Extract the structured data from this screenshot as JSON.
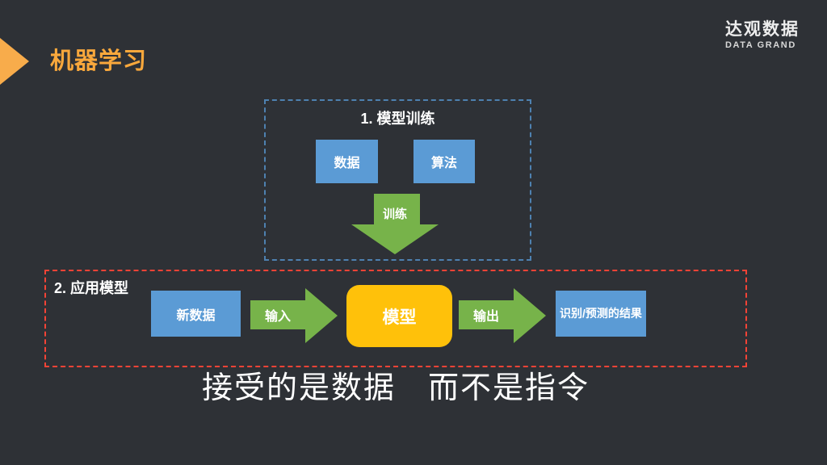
{
  "header": {
    "title": "机器学习",
    "logo_cn": "达观数据",
    "logo_en": "DATA GRAND"
  },
  "training_section": {
    "heading": "1. 模型训练",
    "boxes": {
      "data": "数据",
      "algorithm": "算法"
    },
    "arrow_label": "训练"
  },
  "apply_section": {
    "heading": "2. 应用模型",
    "new_data": "新数据",
    "input_label": "输入",
    "model": "模型",
    "output_label": "输出",
    "result": "识别/预测的结果"
  },
  "caption": "接受的是数据　而不是指令",
  "colors": {
    "background": "#2E3136",
    "accent_orange": "#F9A83C",
    "box_blue": "#5B9BD5",
    "arrow_green": "#77B34A",
    "model_yellow": "#FFC10A",
    "dash_blue": "#4E81B0",
    "dash_red": "#F44336",
    "text_white": "#FFFFFF"
  }
}
